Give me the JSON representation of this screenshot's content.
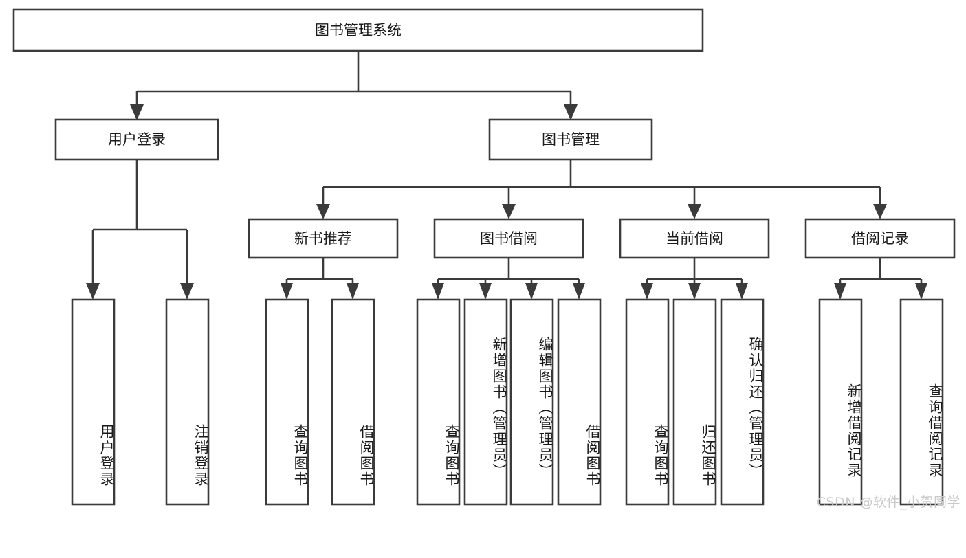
{
  "diagram": {
    "title": "图书管理系统",
    "type": "hierarchy-tree",
    "watermark": "CSDN @软件_小贺同学",
    "colors": {
      "box_stroke": "#3b3b3b",
      "box_fill": "#ffffff",
      "text": "#1a1a1a",
      "watermark": "#c9c9c9",
      "background": "#ffffff"
    },
    "levels": {
      "root": {
        "label": "图书管理系统"
      },
      "level2": [
        {
          "label": "用户登录"
        },
        {
          "label": "图书管理"
        }
      ],
      "level3": [
        {
          "label": "新书推荐"
        },
        {
          "label": "图书借阅"
        },
        {
          "label": "当前借阅"
        },
        {
          "label": "借阅记录"
        }
      ],
      "leaves": {
        "user_login": [
          {
            "label": "用户登录"
          },
          {
            "label": "注销登录"
          }
        ],
        "new_book_recommend": [
          {
            "label": "查询图书"
          },
          {
            "label": "借阅图书"
          }
        ],
        "book_borrow": [
          {
            "label": "查询图书"
          },
          {
            "label": "新增图书（管理员）"
          },
          {
            "label": "编辑图书（管理员）"
          },
          {
            "label": "借阅图书"
          }
        ],
        "current_borrow": [
          {
            "label": "查询图书"
          },
          {
            "label": "归还图书"
          },
          {
            "label": "确认归还（管理员）"
          }
        ],
        "borrow_records": [
          {
            "label": "新增借阅记录"
          },
          {
            "label": "查询借阅记录"
          }
        ]
      }
    }
  }
}
